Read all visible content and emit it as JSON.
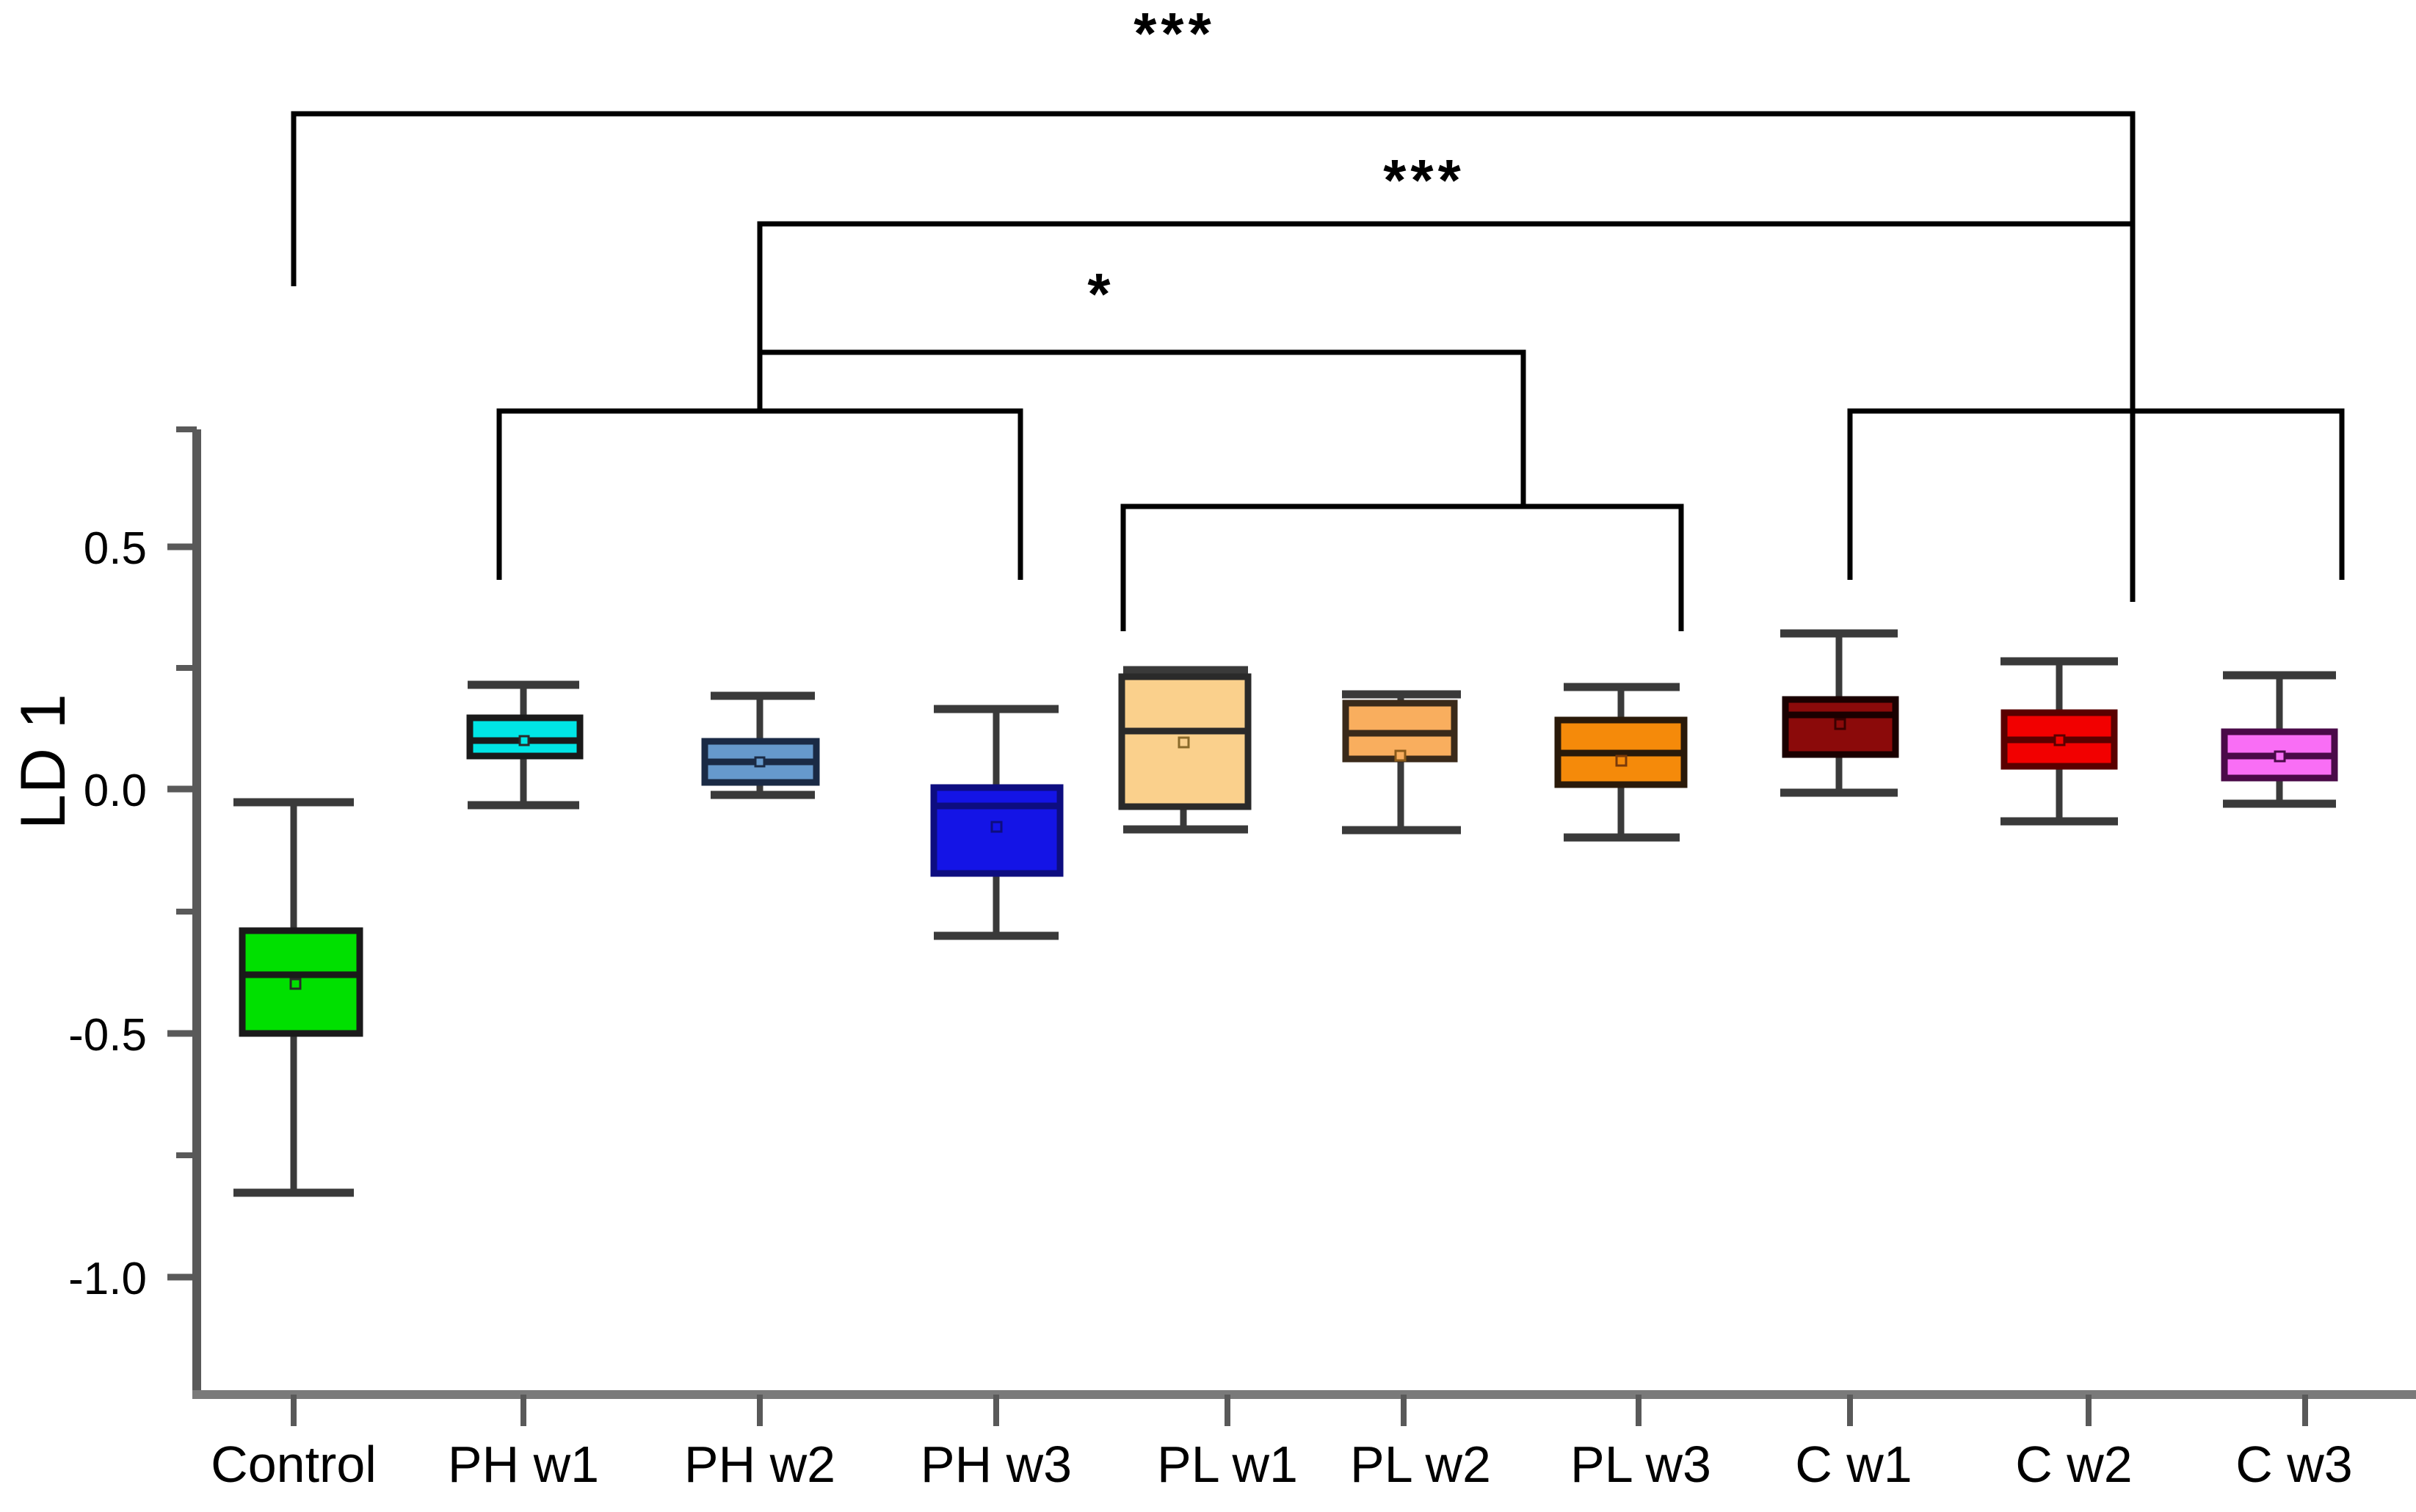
{
  "chart_data": {
    "type": "box",
    "title": "",
    "xlabel": "",
    "ylabel": "LD 1",
    "ylim": [
      -1.25,
      0.75
    ],
    "grid": false,
    "legend": "none",
    "y_ticks": [
      {
        "value": 0.5,
        "label": "0.5"
      },
      {
        "value": 0.0,
        "label": "0.0"
      },
      {
        "value": -0.5,
        "label": "-0.5"
      },
      {
        "value": -1.0,
        "label": "-1.0"
      }
    ],
    "y_minor_ticks": [
      0.25,
      -0.25,
      -0.75
    ],
    "categories": [
      "Control",
      "PH w1",
      "PH w2",
      "PH w3",
      "PL w1",
      "PL w2",
      "PL w3",
      "C w1",
      "C w2",
      "C w3"
    ],
    "boxes": [
      {
        "category": "Control",
        "color": "#00E000",
        "whisker_low": -0.83,
        "q1": -0.5,
        "median": -0.38,
        "q3": -0.29,
        "whisker_high": -0.03,
        "mean": -0.39
      },
      {
        "category": "PH w1",
        "color": "#00E5E5",
        "whisker_low": -0.03,
        "q1": 0.07,
        "median": 0.1,
        "q3": 0.15,
        "whisker_high": 0.21,
        "mean": 0.1
      },
      {
        "category": "PH w2",
        "color": "#6699CC",
        "whisker_low": -0.01,
        "q1": 0.01,
        "median": 0.05,
        "q3": 0.09,
        "whisker_high": 0.19,
        "mean": 0.05
      },
      {
        "category": "PH w3",
        "color": "#1414E6",
        "whisker_low": -0.3,
        "q1": -0.17,
        "median": -0.04,
        "q3": 0.0,
        "whisker_high": 0.16,
        "mean": -0.07
      },
      {
        "category": "PL w1",
        "color": "#FAD08C",
        "whisker_low": -0.08,
        "q1": -0.03,
        "median": 0.12,
        "q3": 0.23,
        "whisker_high": 0.24,
        "mean": 0.11
      },
      {
        "category": "PL w2",
        "color": "#F9AE5E",
        "whisker_low": -0.08,
        "q1": 0.06,
        "median": 0.11,
        "q3": 0.17,
        "whisker_high": 0.19,
        "mean": 0.08
      },
      {
        "category": "PL w3",
        "color": "#F58A0A",
        "whisker_low": -0.1,
        "q1": 0.01,
        "median": 0.07,
        "q3": 0.14,
        "whisker_high": 0.21,
        "mean": 0.07
      },
      {
        "category": "C w1",
        "color": "#8B0A0A",
        "whisker_low": -0.01,
        "q1": 0.07,
        "median": 0.15,
        "q3": 0.18,
        "whisker_high": 0.32,
        "mean": 0.15
      },
      {
        "category": "C w2",
        "color": "#F20000",
        "whisker_low": -0.07,
        "q1": 0.05,
        "median": 0.1,
        "q3": 0.16,
        "whisker_high": 0.26,
        "mean": 0.1
      },
      {
        "category": "C w3",
        "color": "#F96EF5",
        "whisker_low": -0.03,
        "q1": 0.02,
        "median": 0.07,
        "q3": 0.12,
        "whisker_high": 0.23,
        "mean": 0.07
      }
    ],
    "significance_brackets": [
      {
        "label": "***",
        "from": "Control",
        "to": "C-group",
        "level": 1
      },
      {
        "label": "***",
        "from": "PH-group",
        "to": "C-group",
        "level": 2
      },
      {
        "label": "*",
        "from": "PH-group",
        "to": "PL-group",
        "level": 3
      }
    ],
    "group_brackets": [
      {
        "group": "PH",
        "from": "PH w1",
        "to": "PH w3"
      },
      {
        "group": "PL",
        "from": "PL w1",
        "to": "PL w3"
      },
      {
        "group": "C",
        "from": "C w1",
        "to": "C w3"
      }
    ]
  },
  "axis": {
    "y_label": "LD 1",
    "y_tick_labels": [
      "0.5",
      "0.0",
      "-0.5",
      "-1.0"
    ],
    "x_tick_labels": [
      "Control",
      "PH w1",
      "PH w2",
      "PH w3",
      "PL w1",
      "PL w2",
      "PL w3",
      "C w1",
      "C w2",
      "C w3"
    ]
  },
  "significance": {
    "top": "***",
    "middle": "***",
    "inner": "*"
  }
}
